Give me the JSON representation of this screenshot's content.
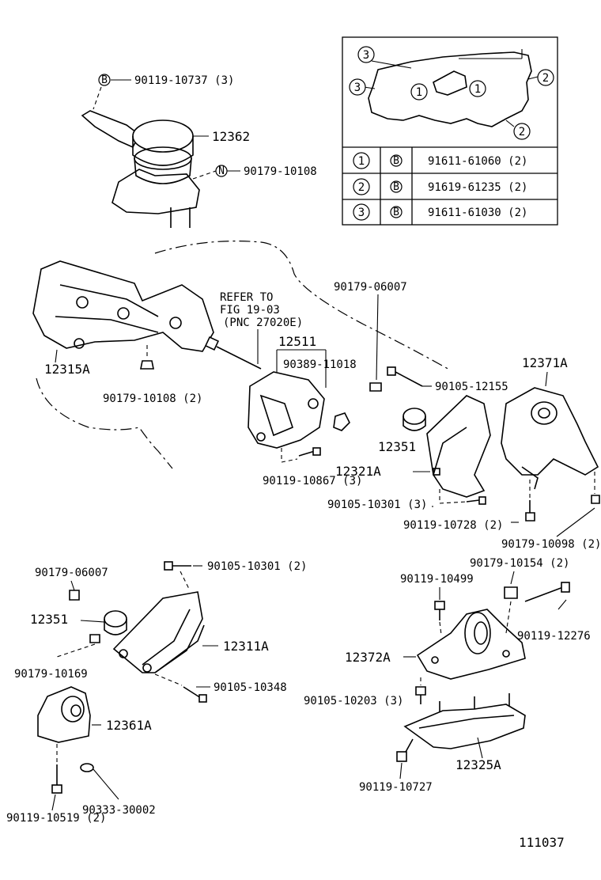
{
  "diagram_id": "111037",
  "labels": {
    "p1": "90119-10737 (3)",
    "p2": "12362",
    "p3": "90179-10108",
    "p4": "12315A",
    "p5": "90179-10108 (2)",
    "p6": "REFER TO",
    "p6b": "FIG 19-03",
    "p6c": "(PNC 27020E)",
    "p7": "12511",
    "p8": "90389-11018",
    "p9": "90179-06007",
    "p10": "90105-12155",
    "p11": "12371A",
    "p12": "12351",
    "p13": "12321A",
    "p14": "90119-10867 (3)",
    "p15": "90105-10301 (3)",
    "p16": "90119-10728 (2)",
    "p17": "90179-10098 (2)",
    "p18": "90179-06007",
    "p19": "90105-10301 (2)",
    "p20": "12351",
    "p21": "12311A",
    "p22": "90179-10169",
    "p23": "90105-10348",
    "p24": "12361A",
    "p25": "90333-30002",
    "p26": "90119-10519 (2)",
    "p27": "90119-10499",
    "p28": "90179-10154 (2)",
    "p29": "90119-12276",
    "p30": "12372A",
    "p31": "90105-10203 (3)",
    "p32": "12325A",
    "p33": "90119-10727"
  },
  "markers": {
    "b": "B",
    "n": "N"
  },
  "inset": {
    "callouts": [
      "3",
      "3",
      "1",
      "1",
      "2",
      "2"
    ],
    "rows": [
      {
        "num": "1",
        "mark": "B",
        "part": "91611-61060 (2)"
      },
      {
        "num": "2",
        "mark": "B",
        "part": "91619-61235 (2)"
      },
      {
        "num": "3",
        "mark": "B",
        "part": "91611-61030 (2)"
      }
    ]
  }
}
